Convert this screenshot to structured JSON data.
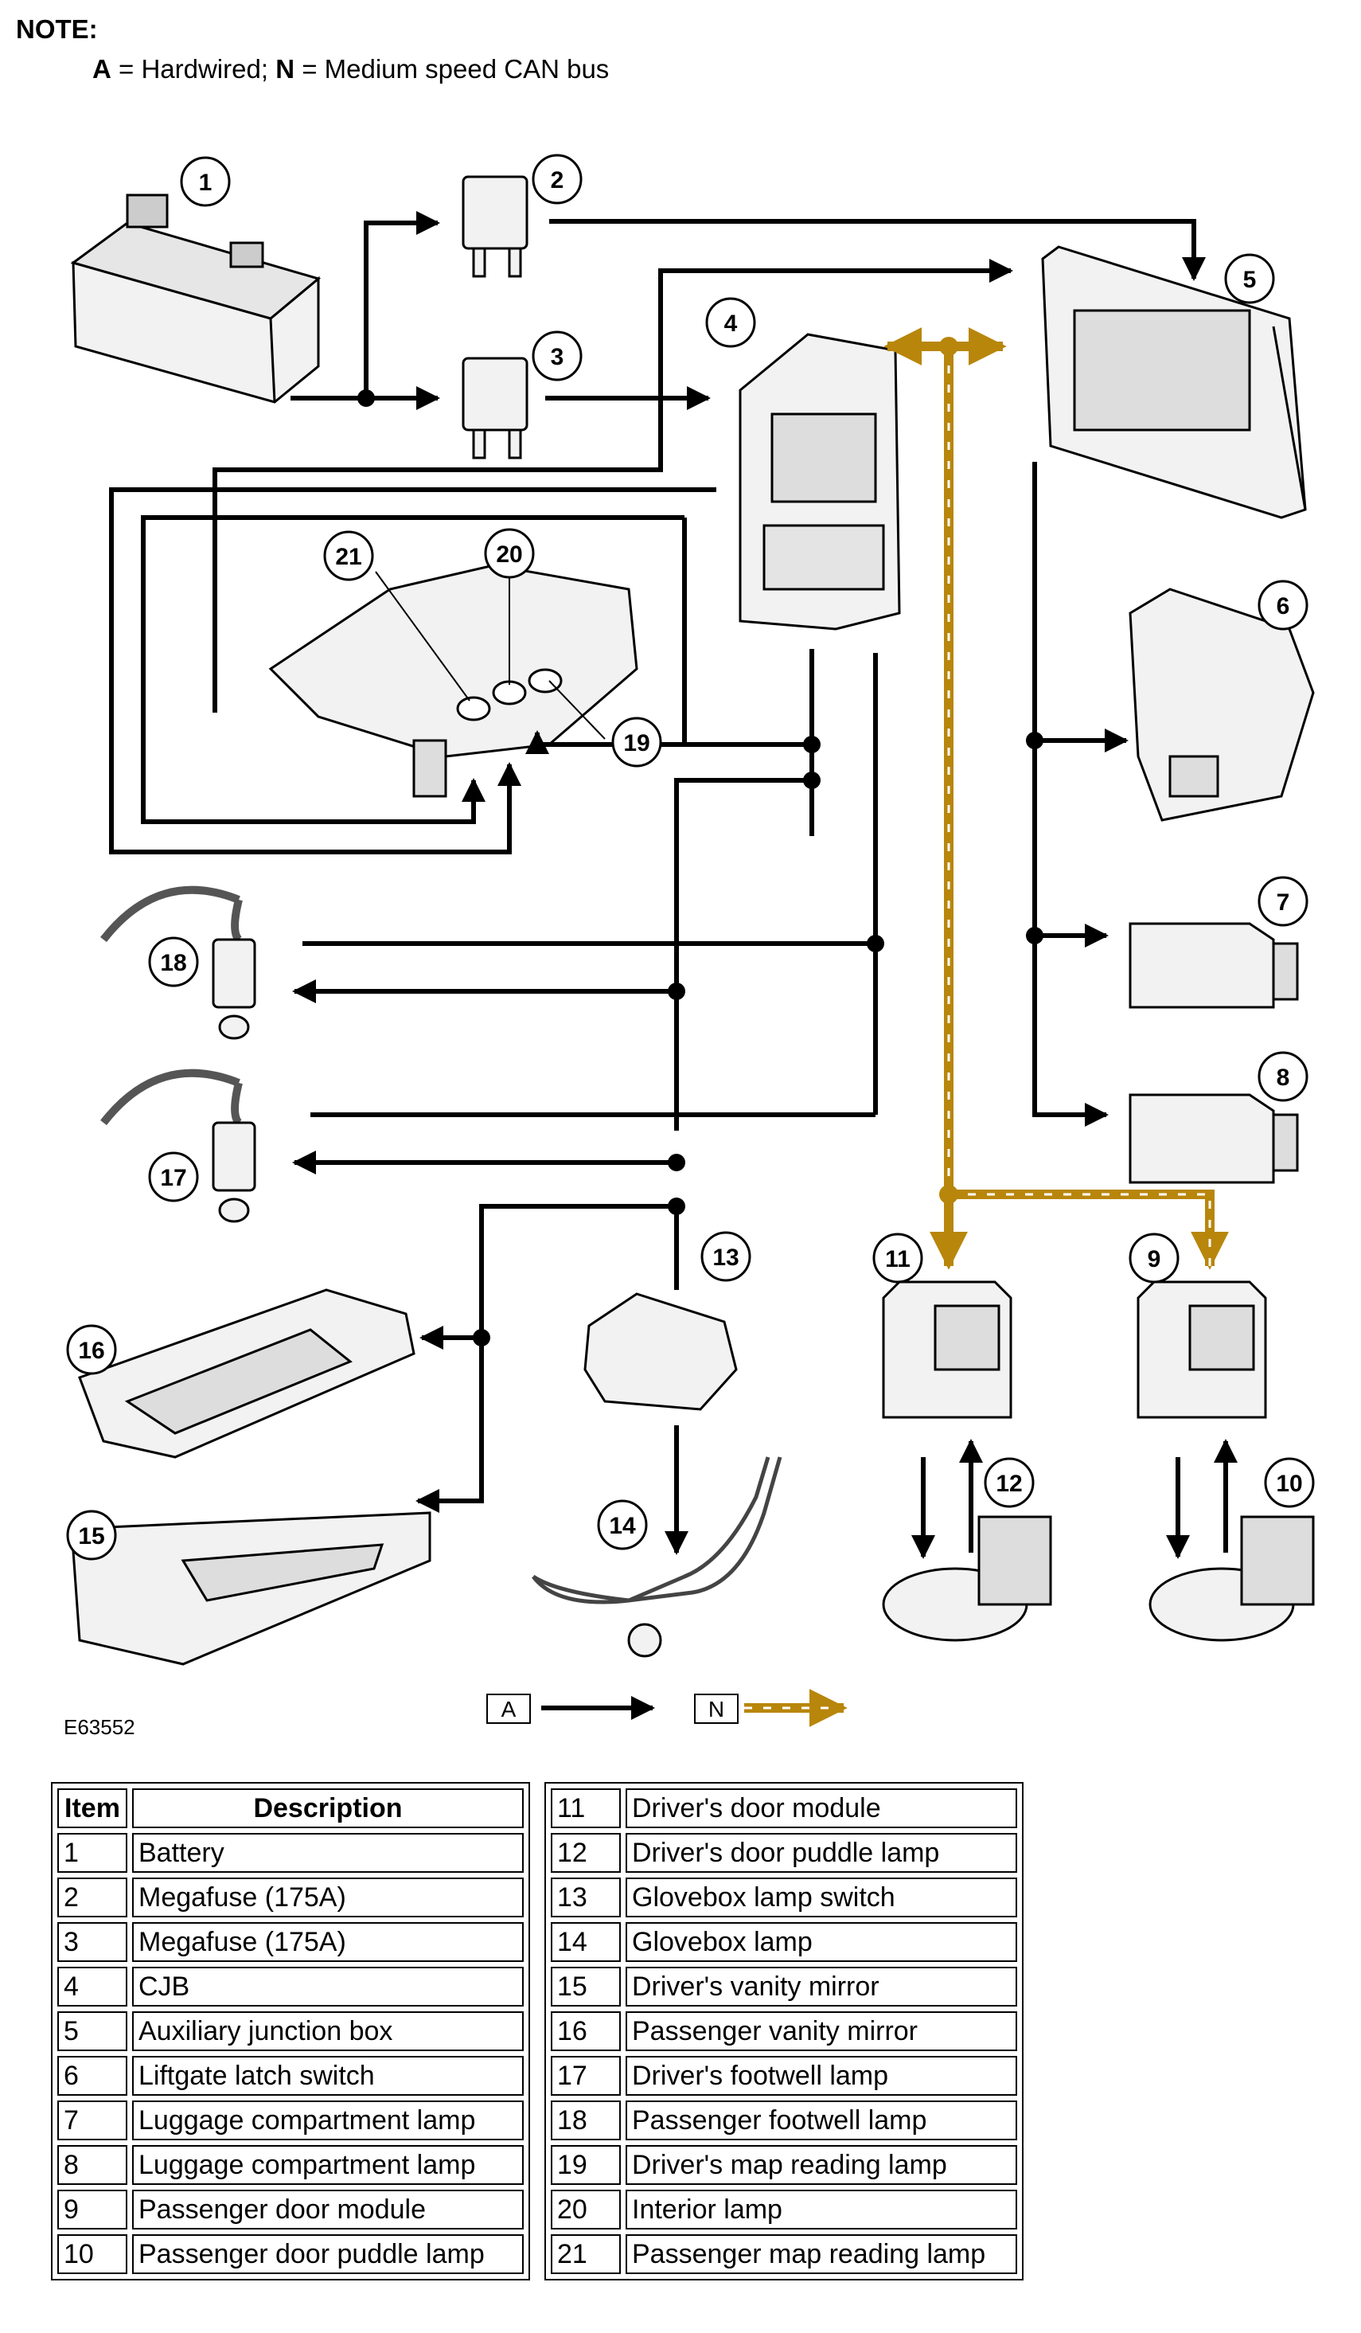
{
  "note": {
    "title": "NOTE:",
    "a_key": "A",
    "a_text": " = Hardwired; ",
    "n_key": "N",
    "n_text": " = Medium speed CAN bus"
  },
  "figure_code": "E63552",
  "legend": {
    "hardwired_key": "A",
    "can_key": "N"
  },
  "colors": {
    "wire": "#000000",
    "can_bus": "#b8860b",
    "component_fill": "#f2f2f2",
    "component_stroke": "#000000"
  },
  "callouts": [
    "1",
    "2",
    "3",
    "4",
    "5",
    "6",
    "7",
    "8",
    "9",
    "10",
    "11",
    "12",
    "13",
    "14",
    "15",
    "16",
    "17",
    "18",
    "19",
    "20",
    "21"
  ],
  "table": {
    "header_item": "Item",
    "header_description": "Description",
    "left_rows": [
      {
        "item": "1",
        "description": "Battery"
      },
      {
        "item": "2",
        "description": "Megafuse (175A)"
      },
      {
        "item": "3",
        "description": "Megafuse (175A)"
      },
      {
        "item": "4",
        "description": "CJB"
      },
      {
        "item": "5",
        "description": "Auxiliary junction box"
      },
      {
        "item": "6",
        "description": "Liftgate latch switch"
      },
      {
        "item": "7",
        "description": "Luggage compartment lamp"
      },
      {
        "item": "8",
        "description": "Luggage compartment lamp"
      },
      {
        "item": "9",
        "description": "Passenger door module"
      },
      {
        "item": "10",
        "description": "Passenger door puddle lamp"
      }
    ],
    "right_rows": [
      {
        "item": "11",
        "description": "Driver's door module"
      },
      {
        "item": "12",
        "description": "Driver's door puddle lamp"
      },
      {
        "item": "13",
        "description": "Glovebox lamp switch"
      },
      {
        "item": "14",
        "description": "Glovebox lamp"
      },
      {
        "item": "15",
        "description": "Driver's vanity mirror"
      },
      {
        "item": "16",
        "description": "Passenger vanity mirror"
      },
      {
        "item": "17",
        "description": "Driver's footwell lamp"
      },
      {
        "item": "18",
        "description": "Passenger footwell lamp"
      },
      {
        "item": "19",
        "description": "Driver's map reading lamp"
      },
      {
        "item": "20",
        "description": "Interior lamp"
      },
      {
        "item": "21",
        "description": "Passenger map reading lamp"
      }
    ]
  }
}
